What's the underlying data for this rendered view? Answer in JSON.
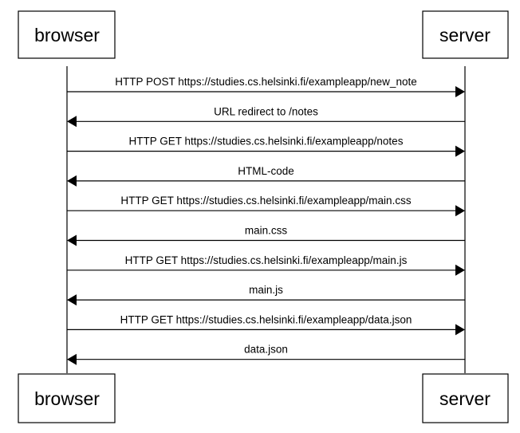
{
  "participants": {
    "left": "browser",
    "right": "server"
  },
  "messages": [
    {
      "label": "HTTP POST https://studies.cs.helsinki.fi/exampleapp/new_note",
      "direction": "right"
    },
    {
      "label": "URL redirect to /notes",
      "direction": "left"
    },
    {
      "label": "HTTP GET https://studies.cs.helsinki.fi/exampleapp/notes",
      "direction": "right"
    },
    {
      "label": "HTML-code",
      "direction": "left"
    },
    {
      "label": "HTTP GET https://studies.cs.helsinki.fi/exampleapp/main.css",
      "direction": "right"
    },
    {
      "label": "main.css",
      "direction": "left"
    },
    {
      "label": "HTTP GET https://studies.cs.helsinki.fi/exampleapp/main.js",
      "direction": "right"
    },
    {
      "label": "main.js",
      "direction": "left"
    },
    {
      "label": "HTTP GET https://studies.cs.helsinki.fi/exampleapp/data.json",
      "direction": "right"
    },
    {
      "label": "data.json",
      "direction": "left"
    }
  ],
  "colors": {
    "line": "#000000",
    "box_fill": "#ffffff",
    "text": "#000000"
  }
}
